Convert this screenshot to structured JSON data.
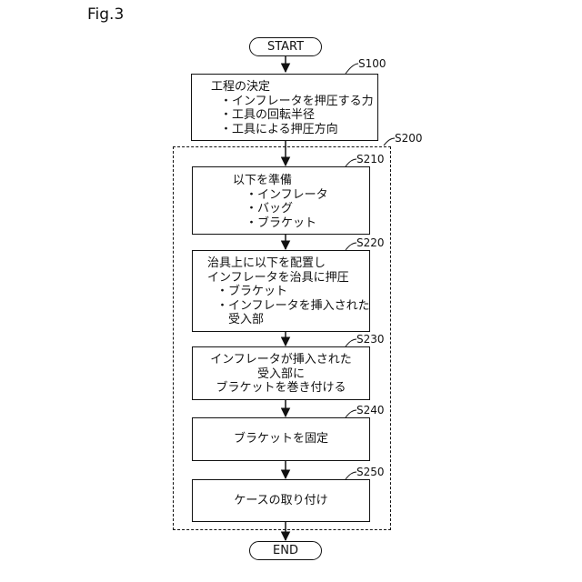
{
  "figure_label": "Fig.3",
  "terminals": {
    "start": "START",
    "end": "END"
  },
  "group": {
    "id": "S200"
  },
  "steps": [
    {
      "id": "S100",
      "lines": [
        "工程の決定",
        "・インフレータを押圧する力",
        "・工具の回転半径",
        "・工具による押圧方向"
      ]
    },
    {
      "id": "S210",
      "lines": [
        "以下を準備",
        "・インフレータ",
        "・バッグ",
        "・ブラケット"
      ]
    },
    {
      "id": "S220",
      "lines": [
        "治具上に以下を配置し",
        "インフレータを治具に押圧",
        "・ブラケット",
        "・インフレータを挿入された",
        "　受入部"
      ]
    },
    {
      "id": "S230",
      "lines": [
        "インフレータが挿入された",
        "受入部に",
        "ブラケットを巻き付ける"
      ]
    },
    {
      "id": "S240",
      "lines": [
        "ブラケットを固定"
      ]
    },
    {
      "id": "S250",
      "lines": [
        "ケースの取り付け"
      ]
    }
  ]
}
